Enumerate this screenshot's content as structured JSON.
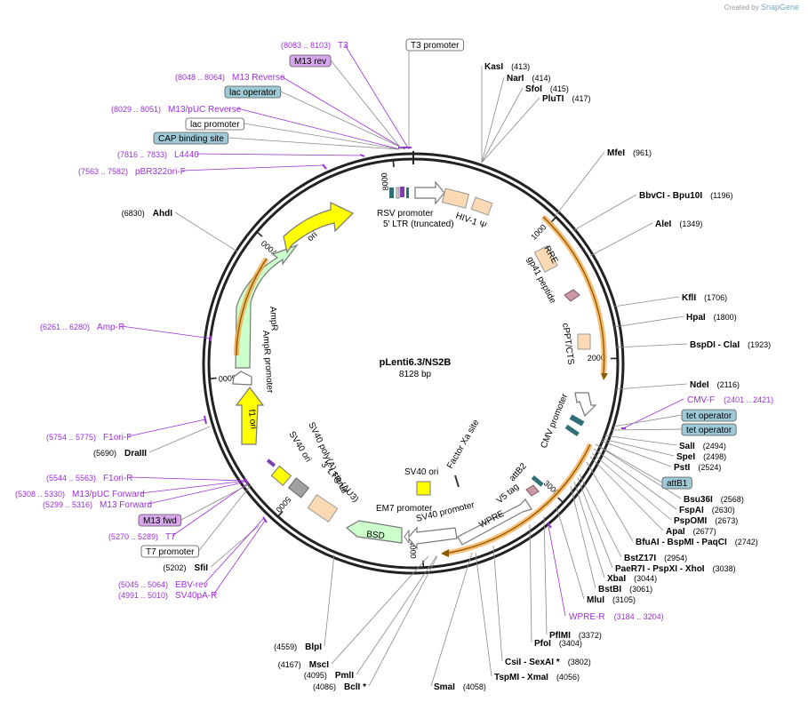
{
  "brand": {
    "created_by": "Created by",
    "app": "SnapGene"
  },
  "plasmid": {
    "name": "pLenti6.3/NS2B",
    "size": "8128 bp"
  },
  "ticks": [
    {
      "label": "1000",
      "pos": 1000
    },
    {
      "label": "2000",
      "pos": 2000
    },
    {
      "label": "3000",
      "pos": 3000
    },
    {
      "label": "4000",
      "pos": 4000
    },
    {
      "label": "5000",
      "pos": 5000
    },
    {
      "label": "6000",
      "pos": 6000
    },
    {
      "label": "7000",
      "pos": 7000
    },
    {
      "label": "8000",
      "pos": 8000
    }
  ],
  "enzymes": [
    {
      "name": "KasI",
      "pos": "(413)"
    },
    {
      "name": "NarI",
      "pos": "(414)"
    },
    {
      "name": "SfoI",
      "pos": "(415)"
    },
    {
      "name": "PluTI",
      "pos": "(417)"
    },
    {
      "name": "MfeI",
      "pos": "(961)"
    },
    {
      "name": "BbvCI - Bpu10I",
      "pos": "(1196)"
    },
    {
      "name": "AleI",
      "pos": "(1349)"
    },
    {
      "name": "KflI",
      "pos": "(1706)"
    },
    {
      "name": "HpaI",
      "pos": "(1800)"
    },
    {
      "name": "BspDI - ClaI",
      "pos": "(1923)"
    },
    {
      "name": "NdeI",
      "pos": "(2116)"
    },
    {
      "name": "SalI",
      "pos": "(2494)"
    },
    {
      "name": "SpeI",
      "pos": "(2498)"
    },
    {
      "name": "PstI",
      "pos": "(2524)"
    },
    {
      "name": "Bsu36I",
      "pos": "(2568)"
    },
    {
      "name": "FspAI",
      "pos": "(2630)"
    },
    {
      "name": "PspOMI",
      "pos": "(2673)"
    },
    {
      "name": "ApaI",
      "pos": "(2677)"
    },
    {
      "name": "BfuAI - BspMI - PaqCI",
      "pos": "(2742)"
    },
    {
      "name": "BstZ17I",
      "pos": "(2954)"
    },
    {
      "name": "PaeR7I - PspXI - XhoI",
      "pos": "(3038)"
    },
    {
      "name": "XbaI",
      "pos": "(3044)"
    },
    {
      "name": "BstBI",
      "pos": "(3061)"
    },
    {
      "name": "MluI",
      "pos": "(3105)"
    },
    {
      "name": "PflMI",
      "pos": "(3372)"
    },
    {
      "name": "PfoI",
      "pos": "(3404)"
    },
    {
      "name": "CsiI - SexAI *",
      "pos": "(3802)"
    },
    {
      "name": "TspMI - XmaI",
      "pos": "(4056)"
    },
    {
      "name": "SmaI",
      "pos": "(4058)"
    },
    {
      "name": "BclI *",
      "pos": "(4086)"
    },
    {
      "name": "PmlI",
      "pos": "(4095)"
    },
    {
      "name": "MscI",
      "pos": "(4167)"
    },
    {
      "name": "BlpI",
      "pos": "(4559)"
    },
    {
      "name": "SfiI",
      "pos": "(5202)"
    },
    {
      "name": "DraIII",
      "pos": "(5690)"
    },
    {
      "name": "AhdI",
      "pos": "(6830)"
    }
  ],
  "primers": [
    {
      "name": "T3",
      "range": "(8083 .. 8103)"
    },
    {
      "name": "M13 Reverse",
      "range": "(8048 .. 8064)"
    },
    {
      "name": "M13/pUC Reverse",
      "range": "(8029 .. 8051)"
    },
    {
      "name": "L4440",
      "range": "(7816 .. 7833)"
    },
    {
      "name": "pBR322ori-F",
      "range": "(7563 .. 7582)"
    },
    {
      "name": "Amp-R",
      "range": "(6261 .. 6280)"
    },
    {
      "name": "F1ori-F",
      "range": "(5754 .. 5775)"
    },
    {
      "name": "F1ori-R",
      "range": "(5544 .. 5563)"
    },
    {
      "name": "M13/pUC Forward",
      "range": "(5308 .. 5330)"
    },
    {
      "name": "M13 Forward",
      "range": "(5299 .. 5316)"
    },
    {
      "name": "T7",
      "range": "(5270 .. 5289)"
    },
    {
      "name": "EBV-rev",
      "range": "(5045 .. 5064)"
    },
    {
      "name": "SV40pA-R",
      "range": "(4991 .. 5010)"
    },
    {
      "name": "CMV-F",
      "range": "(2401 .. 2421)"
    },
    {
      "name": "WPRE-R",
      "range": "(3184 .. 3204)"
    }
  ],
  "boxed_features": [
    {
      "name": "M13 rev",
      "style": "purple"
    },
    {
      "name": "lac operator",
      "style": "blue"
    },
    {
      "name": "lac promoter",
      "style": "white"
    },
    {
      "name": "CAP binding site",
      "style": "blue"
    },
    {
      "name": "T3 promoter",
      "style": "white"
    },
    {
      "name": "tet operator",
      "style": "blue"
    },
    {
      "name": "tet operator",
      "style": "blue"
    },
    {
      "name": "attB1",
      "style": "blue"
    },
    {
      "name": "M13 fwd",
      "style": "purple"
    },
    {
      "name": "T7 promoter",
      "style": "white"
    }
  ],
  "features": [
    {
      "name": "RSV promoter"
    },
    {
      "name": "5' LTR (truncated)"
    },
    {
      "name": "HIV-1 Ψ"
    },
    {
      "name": "RRE"
    },
    {
      "name": "gp41 peptide"
    },
    {
      "name": "cPPT/CTS"
    },
    {
      "name": "CMV promoter"
    },
    {
      "name": "attB2"
    },
    {
      "name": "V5 tag"
    },
    {
      "name": "WPRE"
    },
    {
      "name": "SV40 promoter"
    },
    {
      "name": "EM7 promoter"
    },
    {
      "name": "BSD"
    },
    {
      "name": "SV40 ori"
    },
    {
      "name": "Factor Xa site"
    },
    {
      "name": "3' LTR (ΔU3)"
    },
    {
      "name": "SV40 poly(A) signal"
    },
    {
      "name": "SV40 ori"
    },
    {
      "name": "f1 ori"
    },
    {
      "name": "AmpR promoter"
    },
    {
      "name": "AmpR"
    },
    {
      "name": "ori"
    }
  ],
  "colors": {
    "enzyme": "#000000",
    "primer": "#9b30d9",
    "promoter_fill": "#ffffff",
    "ltr_fill": "#fbd9b4",
    "ori_fill": "#ffff00",
    "ampr_fill": "#ccffcc",
    "highlight": "#f4a442",
    "blue_box": "#9ec9d6",
    "purple_box": "#d8a6ec"
  }
}
